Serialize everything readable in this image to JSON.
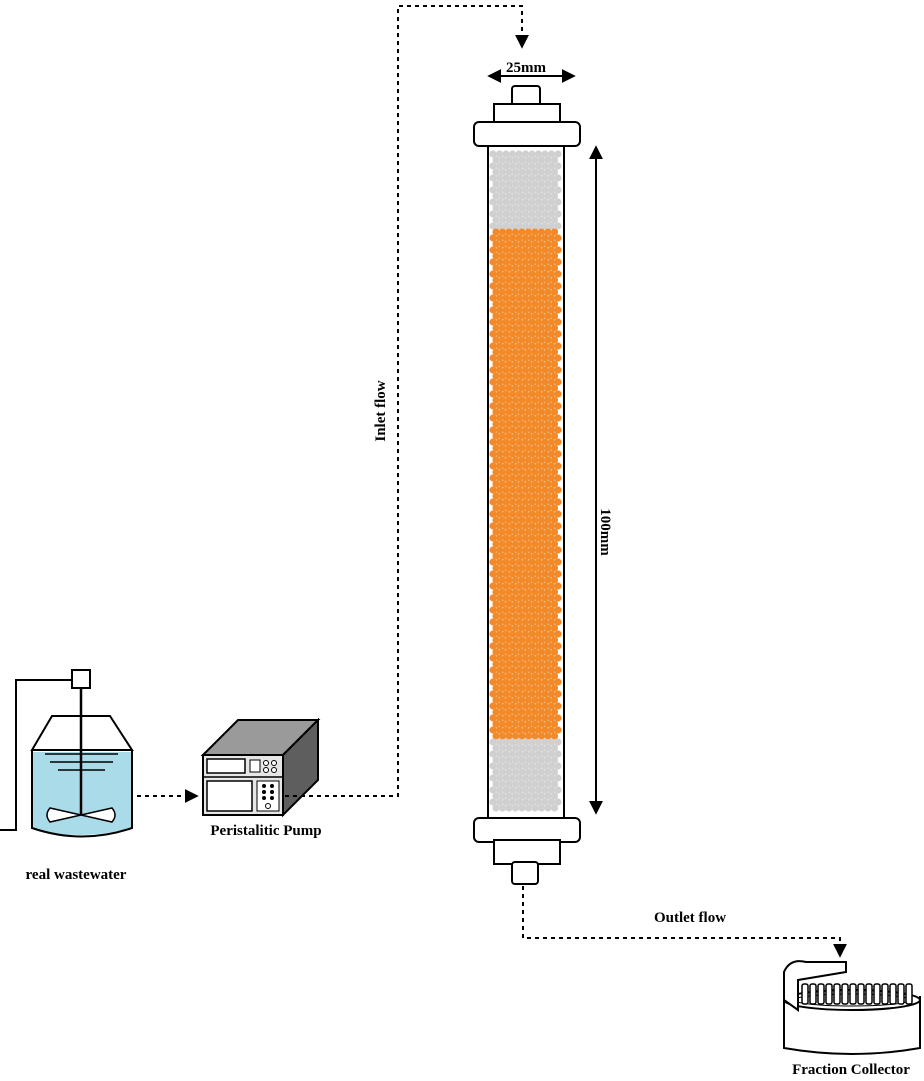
{
  "labels": {
    "tank": "real wastewater",
    "pump": "Peristalitic Pump",
    "inlet": "Inlet flow",
    "outlet": "Outlet flow",
    "collector": "Fraction Collector",
    "column_width": "25mm",
    "column_height": "100mm"
  },
  "colors": {
    "adsorbent": "#f28a2a",
    "glass_beads": "#d0d0d0",
    "water": "#a9dbe8",
    "pump_body": "#6b6b6b",
    "outline": "#000000"
  },
  "icons": [
    "stirred-tank-icon",
    "peristaltic-pump-icon",
    "packed-column-icon",
    "fraction-collector-icon"
  ]
}
